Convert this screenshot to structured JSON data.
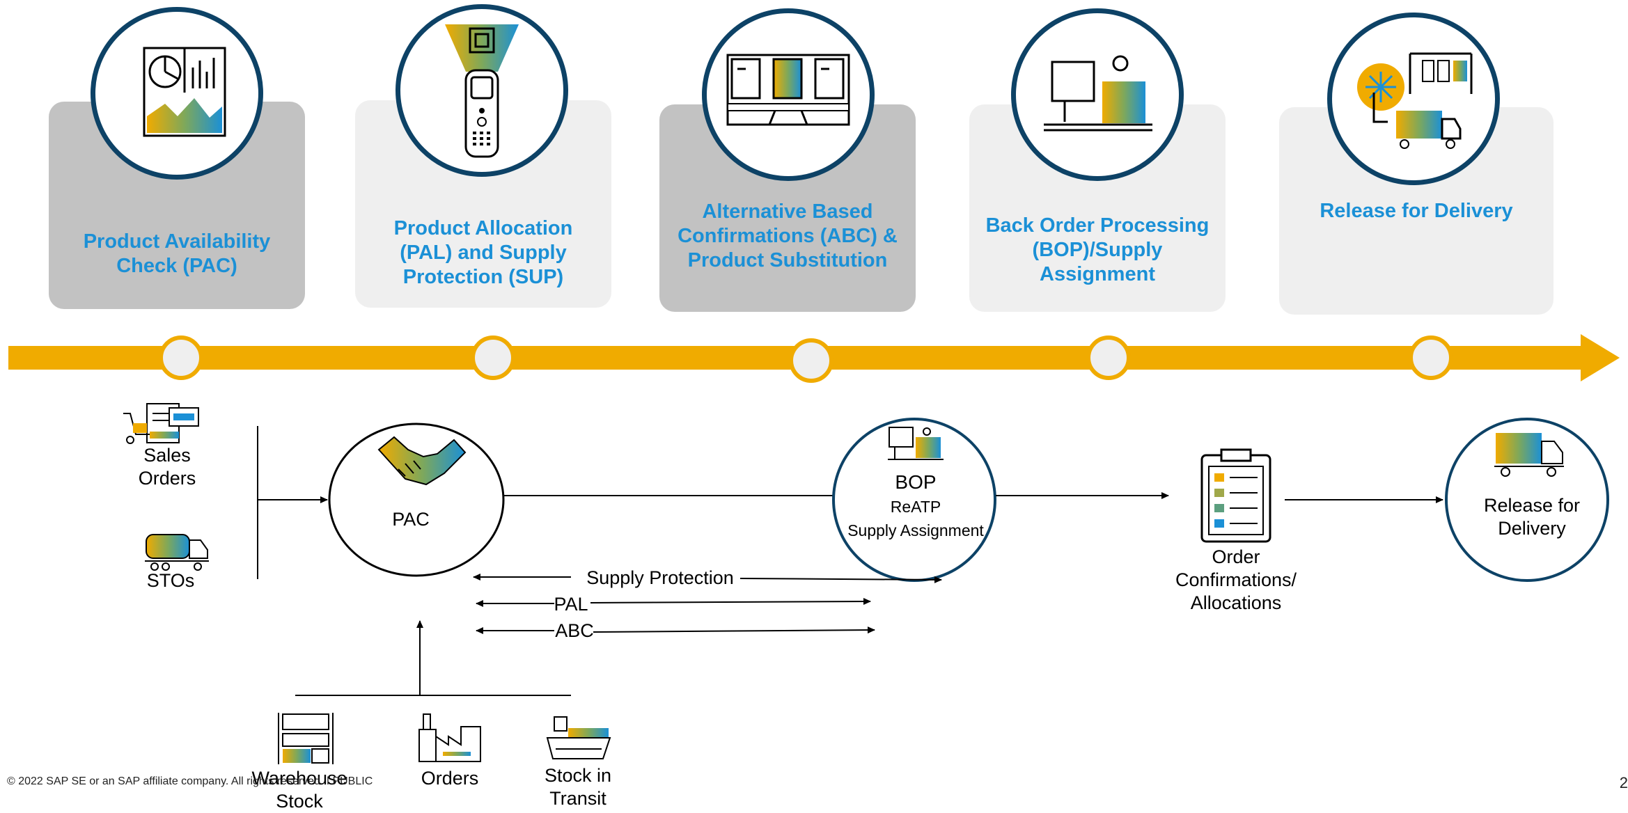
{
  "stages": [
    {
      "title": "Product Availability\nCheck (PAC)",
      "icon": "analytics-chart-icon"
    },
    {
      "title": "Product Allocation\n(PAL) and Supply\nProtection (SUP)",
      "icon": "handheld-scanner-icon"
    },
    {
      "title": "Alternative Based\nConfirmations (ABC) &\nProduct Substitution",
      "icon": "warehouse-shelf-icon"
    },
    {
      "title": "Back Order Processing\n(BOP)/Supply\nAssignment",
      "icon": "computer-workstation-icon"
    },
    {
      "title": "Release for Delivery",
      "icon": "tap-release-truck-icon"
    }
  ],
  "flow": {
    "sales_orders": "Sales\nOrders",
    "stos": "STOs",
    "pac": "PAC",
    "bop_title": "BOP",
    "bop_line1": "ReATP",
    "bop_line2": "Supply Assignment",
    "order_confirmations": "Order\nConfirmations/\nAllocations",
    "release": "Release for\nDelivery",
    "supply_protection": "Supply Protection",
    "pal": "PAL",
    "abc": "ABC",
    "warehouse_stock": "Warehouse\nStock",
    "orders": "Orders",
    "stock_in_transit": "Stock in\nTransit"
  },
  "colors": {
    "blue_title": "#1b90d6",
    "navy": "#0d4266",
    "timeline_yellow": "#f0ab00",
    "card_dark": "#c2c2c2",
    "card_light": "#efefef"
  },
  "footer": "© 2022 SAP SE or an SAP affiliate company. All rights reserved. ǀ PUBLIC",
  "page_number": "2"
}
